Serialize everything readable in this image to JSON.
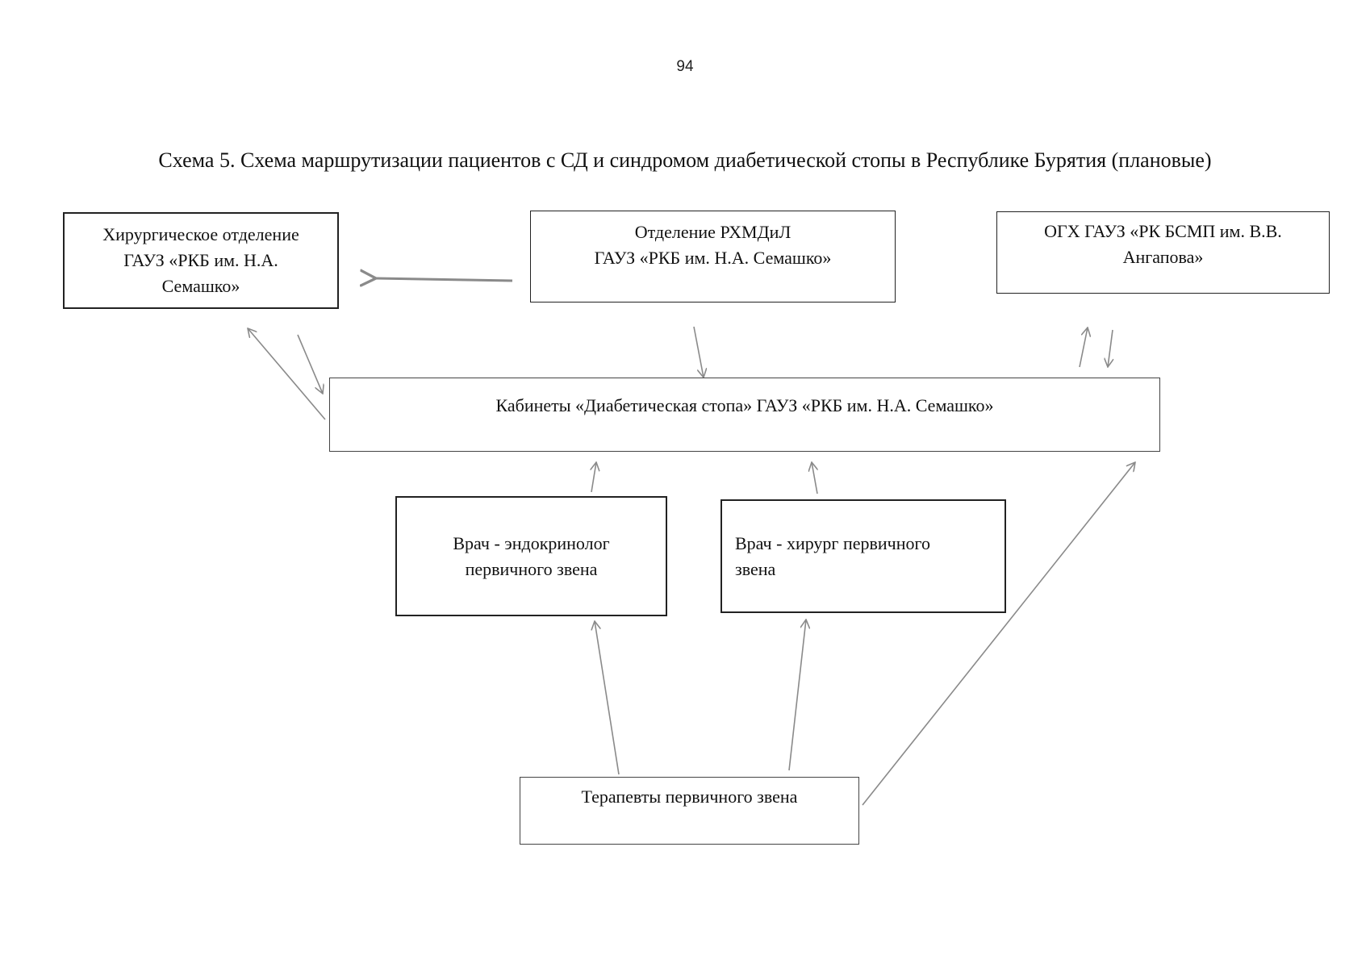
{
  "page": {
    "number": "94"
  },
  "diagram": {
    "title": "Схема 5. Схема маршрутизации пациентов с СД и синдромом диабетической стопы в Республике Бурятия (плановые)",
    "nodes": {
      "surgery": {
        "lines": [
          "Хирургическое отделение",
          "ГАУЗ «РКБ им. Н.А.",
          "Семашко»"
        ]
      },
      "rhmdil": {
        "lines": [
          "Отделение РХМДиЛ",
          "ГАУЗ «РКБ им. Н.А. Семашко»"
        ]
      },
      "ogh": {
        "lines": [
          "ОГХ ГАУЗ «РК БСМП им. В.В.",
          "Ангапова»"
        ]
      },
      "cabinets": {
        "lines": [
          "Кабинеты «Диабетическая стопа» ГАУЗ «РКБ им. Н.А. Семашко»"
        ]
      },
      "endocrinologist": {
        "lines": [
          "Врач - эндокринолог",
          "первичного звена"
        ]
      },
      "surgeon": {
        "lines": [
          "Врач - хирург первичного",
          "звена"
        ]
      },
      "therapists": {
        "lines": [
          "Терапевты первичного звена"
        ]
      }
    },
    "edges": [
      {
        "from": "rhmdil",
        "to": "surgery"
      },
      {
        "from": "cabinets",
        "to": "surgery"
      },
      {
        "from": "surgery",
        "to": "cabinets"
      },
      {
        "from": "rhmdil",
        "to": "cabinets"
      },
      {
        "from": "cabinets",
        "to": "ogh"
      },
      {
        "from": "ogh",
        "to": "cabinets"
      },
      {
        "from": "endocrinologist",
        "to": "cabinets"
      },
      {
        "from": "surgeon",
        "to": "cabinets"
      },
      {
        "from": "therapists",
        "to": "endocrinologist"
      },
      {
        "from": "therapists",
        "to": "surgeon"
      },
      {
        "from": "therapists",
        "to": "cabinets"
      }
    ],
    "colors": {
      "arrow": "#8a8a8a",
      "border": "#222222",
      "text": "#111111"
    }
  }
}
